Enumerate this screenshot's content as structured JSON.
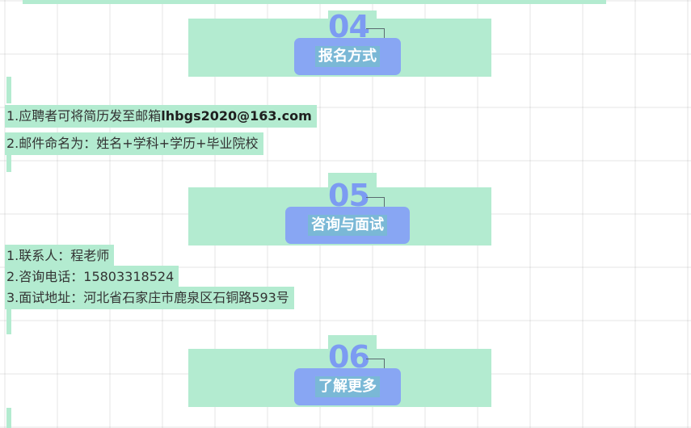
{
  "sections": [
    {
      "number": "04",
      "title": "报名方式",
      "lines": [
        {
          "prefix": "1.应聘者可将简历发至邮箱",
          "emphasis": "lhbgs2020@163.com"
        },
        {
          "prefix": "2.邮件命名为：姓名+学科+学历+毕业院校",
          "emphasis": ""
        }
      ]
    },
    {
      "number": "05",
      "title": "咨询与面试",
      "lines": [
        {
          "prefix": "1.联系人：程老师",
          "emphasis": ""
        },
        {
          "prefix": "2.咨询电话：15803318524",
          "emphasis": ""
        },
        {
          "prefix": "3.面试地址：河北省石家庄市鹿泉区石铜路593号",
          "emphasis": ""
        }
      ]
    },
    {
      "number": "06",
      "title": "了解更多",
      "lines": []
    }
  ],
  "colors": {
    "accent_green": "#b3ebd0",
    "number_blue": "#7c9bf2",
    "pill_blue": "#88a6f3"
  }
}
